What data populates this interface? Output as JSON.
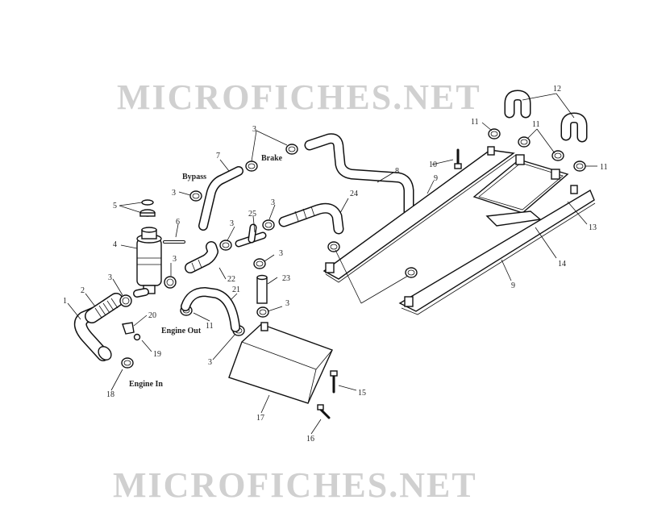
{
  "watermark": {
    "text": "MICROFICHES.NET",
    "color": "#d0d0d0"
  },
  "flow_labels": {
    "bypass": "Bypass",
    "brake": "Brake",
    "engine_out": "Engine Out",
    "engine_in": "Engine In"
  },
  "callouts": {
    "c1": "1",
    "c2": "2",
    "c3a": "3",
    "c3b": "3",
    "c3c": "3",
    "c3d": "3",
    "c3e": "3",
    "c3f": "3",
    "c3g": "3",
    "c3h": "3",
    "c3i": "3",
    "c4": "4",
    "c5": "5",
    "c6": "6",
    "c7": "7",
    "c8": "8",
    "c9a": "9",
    "c9b": "9",
    "c10": "10",
    "c11a": "11",
    "c11b": "11",
    "c11c": "11",
    "c11d": "11",
    "c12": "12",
    "c13": "13",
    "c14": "14",
    "c15": "15",
    "c16": "16",
    "c17": "17",
    "c18": "18",
    "c19": "19",
    "c20": "20",
    "c21": "21",
    "c22": "22",
    "c23": "23",
    "c24": "24",
    "c25": "25"
  }
}
